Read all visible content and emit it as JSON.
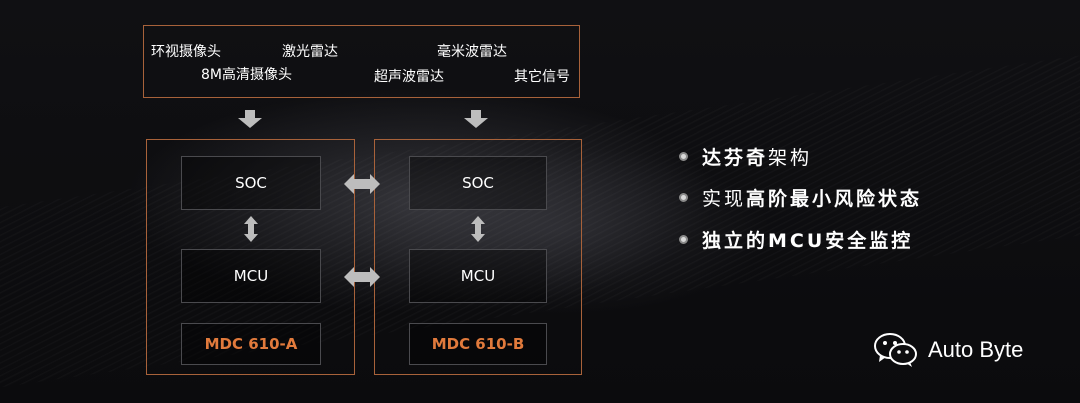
{
  "sensors": {
    "surround_camera": "环视摄像头",
    "lidar": "激光雷达",
    "mmwave_radar": "毫米波雷达",
    "camera_8m": "8M高清摄像头",
    "ultrasonic_radar": "超声波雷达",
    "other_signals": "其它信号"
  },
  "units": {
    "a": {
      "soc": "SOC",
      "mcu": "MCU",
      "label": "MDC 610-A"
    },
    "b": {
      "soc": "SOC",
      "mcu": "MCU",
      "label": "MDC 610-B"
    }
  },
  "bullets": [
    {
      "bold": "达芬奇",
      "normal": "架构",
      "after": ""
    },
    {
      "normal_first": "实现",
      "bold": "高阶最小风险状态"
    },
    {
      "bold": "独立的MCU安全监控"
    }
  ],
  "watermark": {
    "text": "Auto Byte",
    "icon": "wechat-icon"
  },
  "colors": {
    "accent": "#e17a3c",
    "border": "#a8623a"
  }
}
